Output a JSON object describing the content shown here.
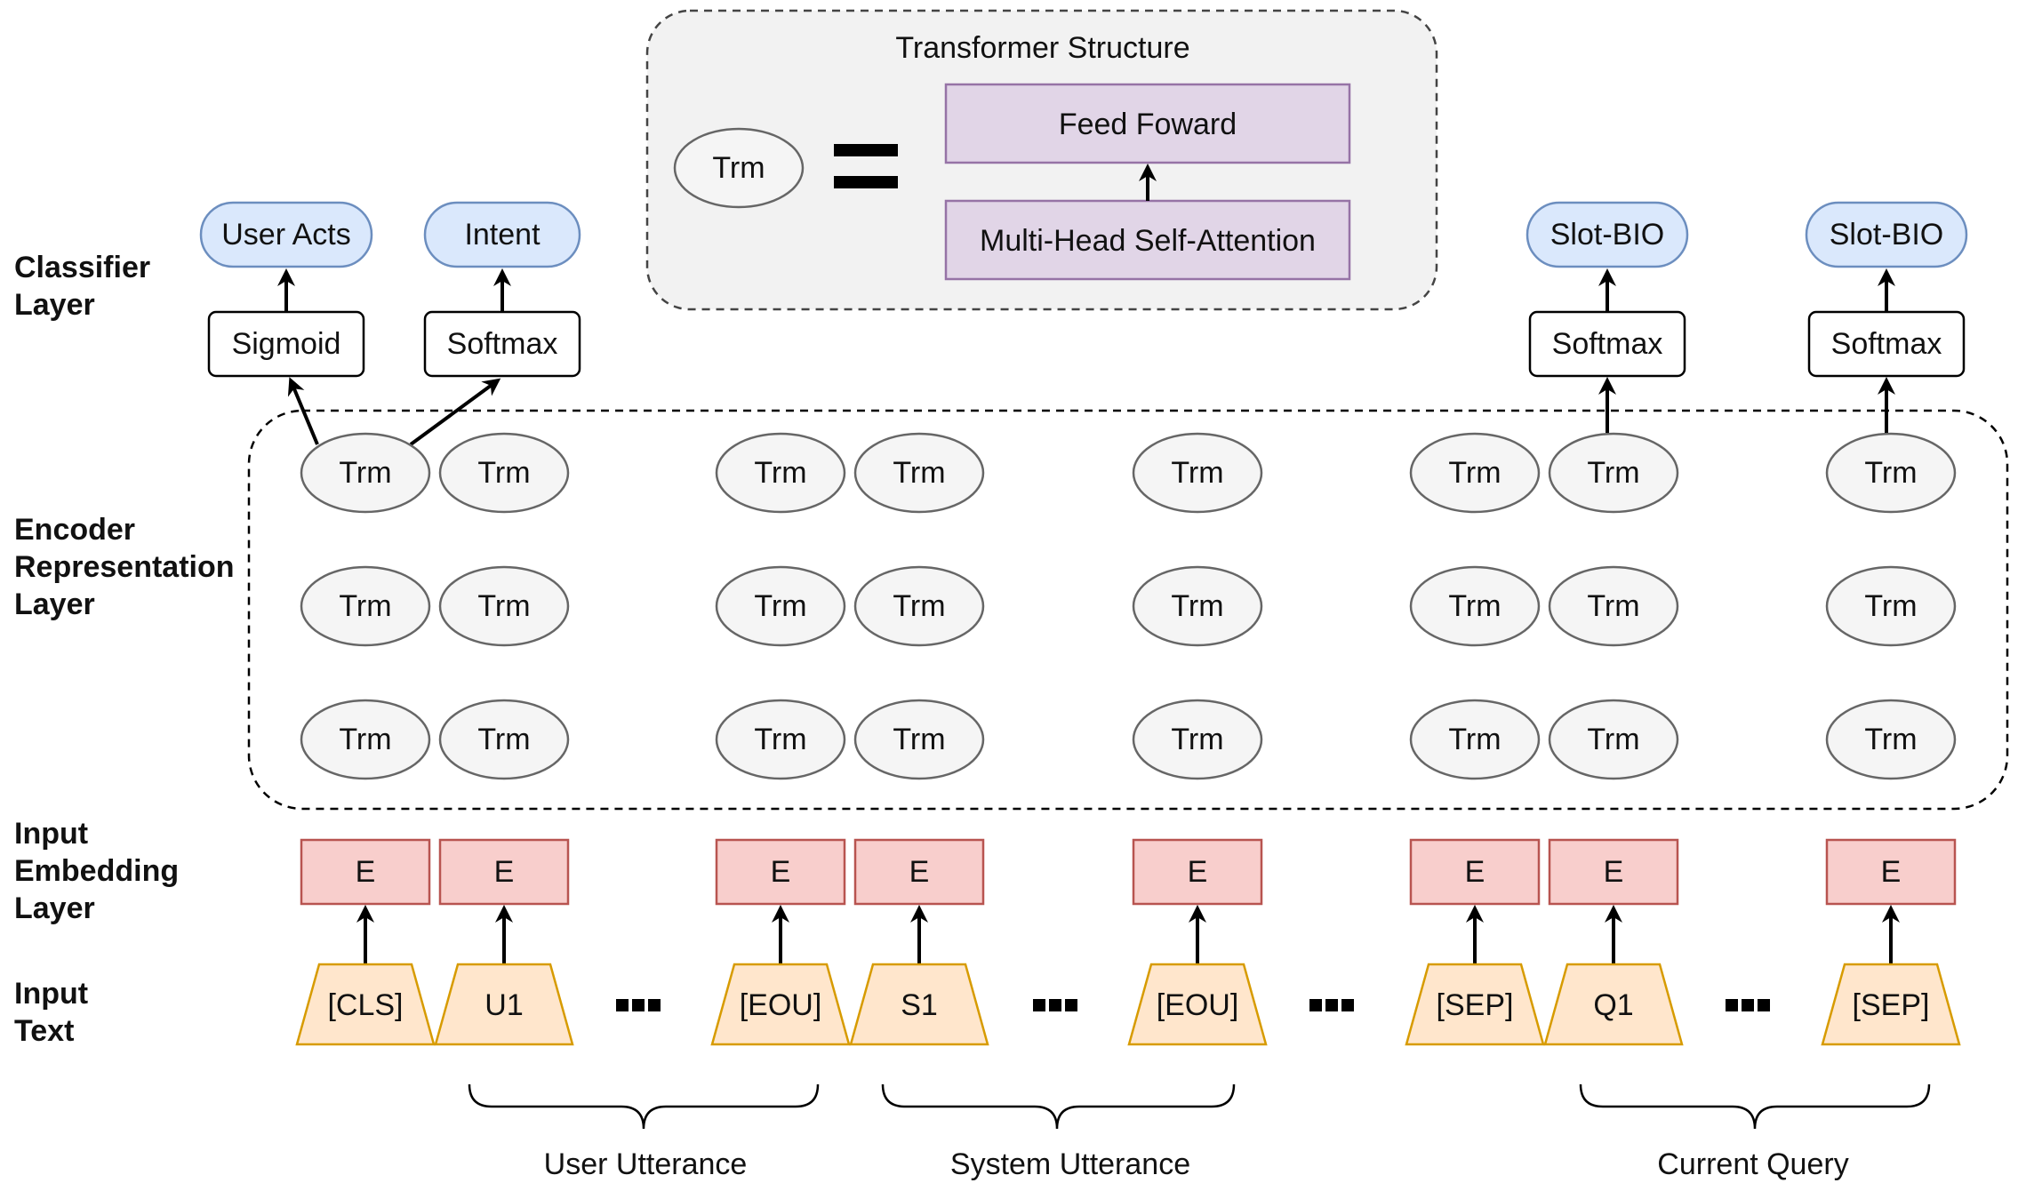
{
  "layers": {
    "classifier": [
      "Classifier",
      "Layer"
    ],
    "encoder": [
      "Encoder",
      "Representation",
      "Layer"
    ],
    "embedding": [
      "Input",
      "Embedding",
      "Layer"
    ],
    "input": [
      "Input",
      "Text"
    ]
  },
  "transformer_structure": {
    "title": "Transformer Structure",
    "trm_label": "Trm",
    "feed_forward": "Feed Foward",
    "attention": "Multi-Head Self-Attention"
  },
  "outputs": {
    "user_acts": "User Acts",
    "intent": "Intent",
    "slot_bio_1": "Slot-BIO",
    "slot_bio_2": "Slot-BIO"
  },
  "activations": {
    "sigmoid": "Sigmoid",
    "softmax_intent": "Softmax",
    "softmax_slot_1": "Softmax",
    "softmax_slot_2": "Softmax"
  },
  "trm_label": "Trm",
  "embedding_label": "E",
  "tokens": [
    "[CLS]",
    "U1",
    "[EOU]",
    "S1",
    "[EOU]",
    "[SEP]",
    "Q1",
    "[SEP]"
  ],
  "groups": [
    "User Utterance",
    "System Utterance",
    "Current Query"
  ],
  "colors": {
    "output_fill": "#dae8fc",
    "output_stroke": "#6c8ebf",
    "trm_fill": "#f5f5f5",
    "trm_stroke": "#666666",
    "embedding_fill": "#f8cecc",
    "embedding_stroke": "#b85450",
    "token_fill": "#ffe6cc",
    "token_stroke": "#d79b00",
    "structure_fill": "#e1d5e7",
    "structure_stroke": "#9673a6",
    "panel_fill": "#f2f2f2"
  }
}
